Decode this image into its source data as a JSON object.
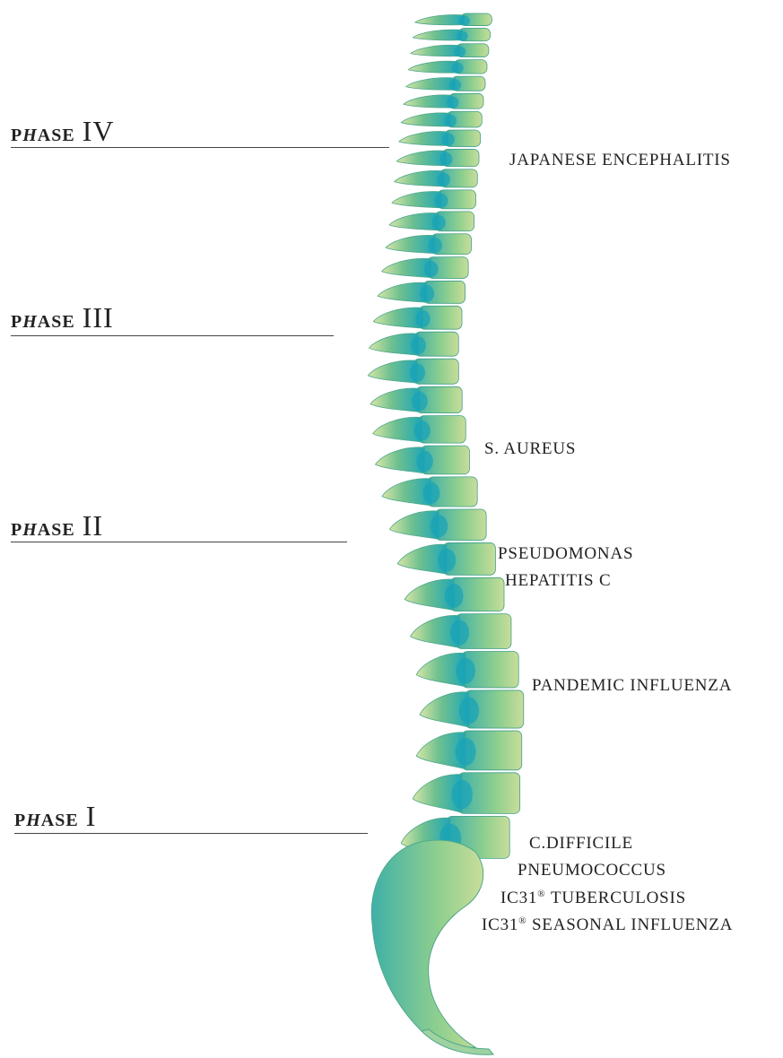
{
  "phases": [
    {
      "prefix": "P",
      "h": "H",
      "suffix": "ASE",
      "numeral": "IV"
    },
    {
      "prefix": "P",
      "h": "H",
      "suffix": "ASE",
      "numeral": "III"
    },
    {
      "prefix": "P",
      "h": "H",
      "suffix": "ASE",
      "numeral": "II"
    },
    {
      "prefix": "P",
      "h": "H",
      "suffix": "ASE",
      "numeral": "I"
    }
  ],
  "diseases": {
    "japanese_encephalitis": "JAPANESE ENCEPHALITIS",
    "s_aureus": "S. AUREUS",
    "pseudomonas": "PSEUDOMONAS",
    "hepatitis_c": "HEPATITIS C",
    "pandemic_influenza": "PANDEMIC INFLUENZA",
    "c_difficile": "C.DIFFICILE",
    "pneumococcus": "PNEUMOCOCCUS",
    "ic31_prefix": "IC31",
    "registered": "®",
    "tuberculosis": "TUBERCULOSIS",
    "seasonal_influenza": "SEASONAL INFLUENZA"
  },
  "colors": {
    "spine_light": "#c9dd9a",
    "spine_mid": "#5cb88a",
    "spine_teal": "#17a2b8",
    "rule": "#444444"
  }
}
